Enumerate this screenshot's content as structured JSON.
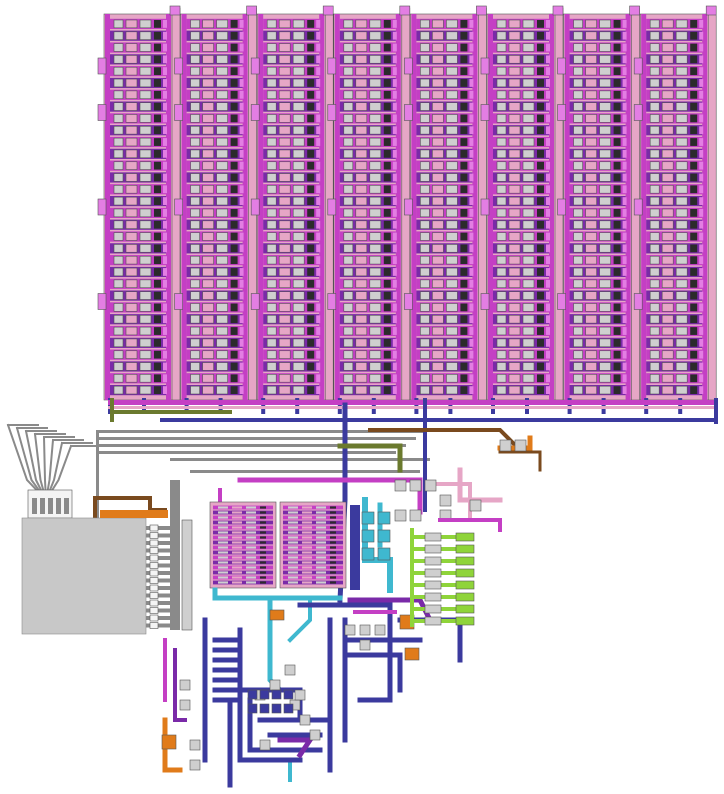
{
  "palette": {
    "background": "#ffffff",
    "magenta": "#c43fc4",
    "magenta_light": "#e37ee3",
    "purple": "#7a2aa8",
    "pink": "#e6a6c6",
    "gray_cell": "#cfcfcf",
    "gray_dark": "#8a8a8a",
    "dark_cell": "#2b2b2b",
    "navy": "#3b3a9e",
    "teal": "#3fb8cf",
    "olive": "#6b7a2e",
    "brown": "#7a4a1e",
    "orange": "#e07b1a",
    "lime": "#8fd43a",
    "white_wire": "#f4f4f4",
    "outline": "#555555",
    "block_gray": "#c8c8c8"
  },
  "memory_array": {
    "columns": 8,
    "rows_per_column": 32,
    "row_groups": 4
  },
  "sub_array": {
    "columns": 2,
    "rows_per_column": 16
  },
  "output_pins": {
    "count": 8
  },
  "icons": [
    "memory-bank",
    "logic-gate",
    "wire-bus"
  ]
}
